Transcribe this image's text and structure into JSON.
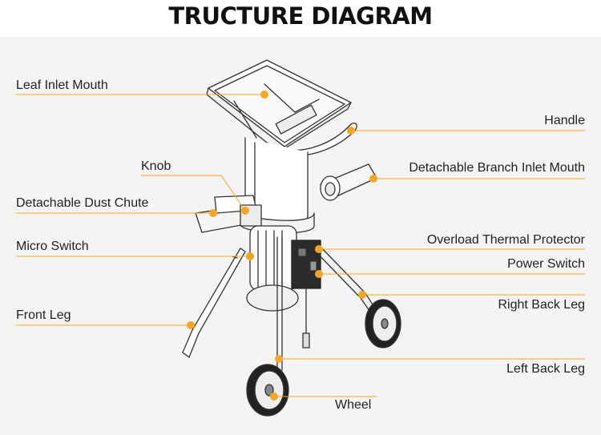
{
  "title": "TRUCTURE DIAGRAM",
  "colors": {
    "accent": "#f5a623",
    "line": "#333333",
    "background": "#f4f4f4"
  },
  "labels": {
    "leaf_inlet_mouth": "Leaf Inlet Mouth",
    "handle": "Handle",
    "knob": "Knob",
    "detachable_branch_inlet_mouth": "Detachable Branch Inlet Mouth",
    "detachable_dust_chute": "Detachable Dust Chute",
    "micro_switch": "Micro Switch",
    "overload_thermal_protector": "Overload Thermal Protector",
    "power_switch": "Power Switch",
    "right_back_leg": "Right Back Leg",
    "front_leg": "Front Leg",
    "left_back_leg": "Left Back Leg",
    "wheel": "Wheel"
  }
}
